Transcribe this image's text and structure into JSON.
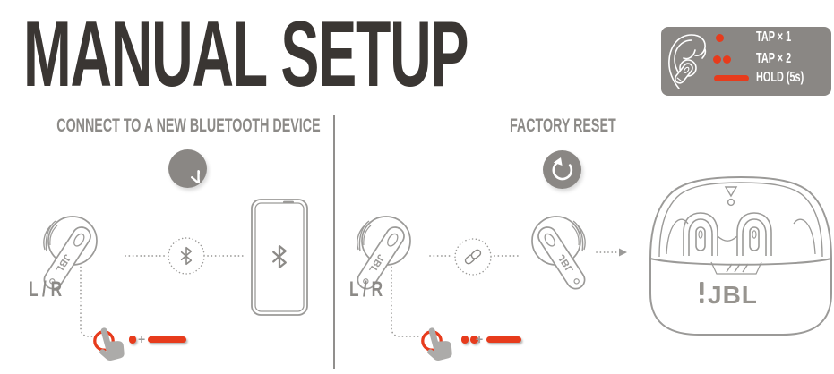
{
  "title": "MANUAL SETUP",
  "brand": "JBL",
  "legend": {
    "rows": [
      {
        "gesture": "tap-1",
        "label": "TAP × 1"
      },
      {
        "gesture": "tap-2",
        "label": "TAP × 2"
      },
      {
        "gesture": "hold",
        "label": "HOLD (5s)"
      }
    ]
  },
  "panels": {
    "left": {
      "heading": "CONNECT TO A NEW BLUETOOTH DEVICE",
      "earbud_label": "L / R",
      "gesture": {
        "taps": "1",
        "separator": "+",
        "action": "hold"
      }
    },
    "right": {
      "heading": "FACTORY RESET",
      "earbud_label": "L / R",
      "gesture": {
        "taps": "2",
        "separator": "+",
        "action": "hold"
      }
    }
  },
  "colors": {
    "accent_red": "#E73B1C",
    "panel_gray": "#8A8784",
    "line_gray": "#9B9A98",
    "title_dark": "#3A3633"
  }
}
